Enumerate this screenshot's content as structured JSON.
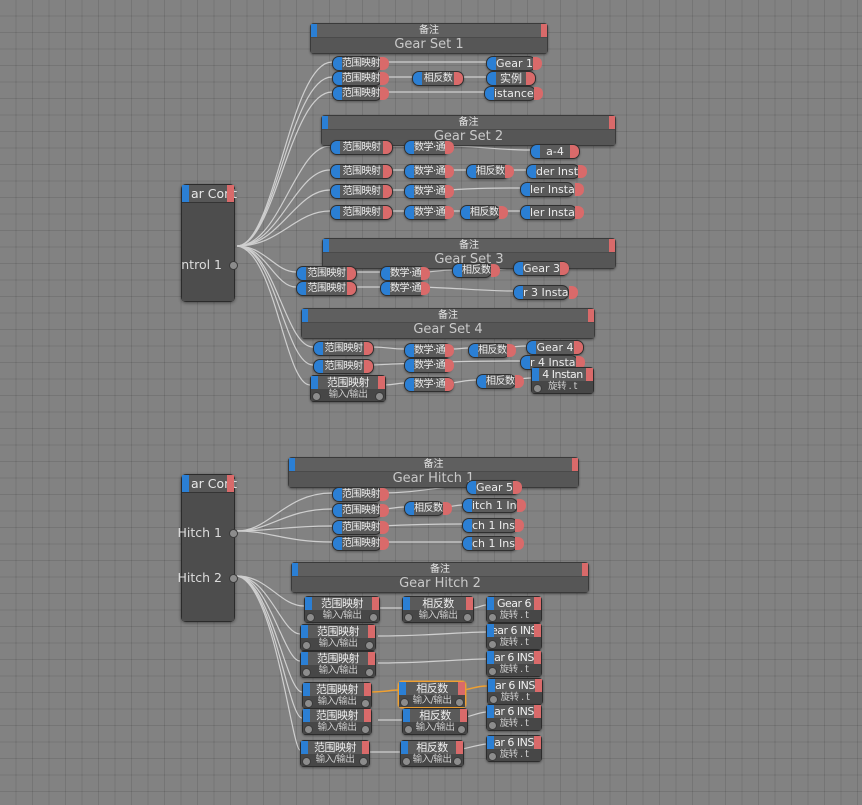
{
  "app": {
    "kind": "node-graph-editor",
    "background_color": "#828282",
    "grid_line_color": "#747474",
    "wire_color": "#d6d6d6",
    "selection_color": "#f0a030",
    "input_socket_color": "#2b7fd4",
    "output_socket_color": "#d96a6a"
  },
  "controllers": [
    {
      "title": "ar Cont",
      "outputs": [
        {
          "label": "ntrol 1"
        }
      ]
    },
    {
      "title": "ar Cont",
      "outputs": [
        {
          "label": "Hitch 1"
        },
        {
          "label": "Hitch 2"
        }
      ]
    }
  ],
  "groups": [
    {
      "note_title": "备注",
      "note_subtitle": "Gear Set 1"
    },
    {
      "note_title": "备注",
      "note_subtitle": "Gear Set 2"
    },
    {
      "note_title": "备注",
      "note_subtitle": "Gear Set 3"
    },
    {
      "note_title": "备注",
      "note_subtitle": "Gear Set 4"
    },
    {
      "note_title": "备注",
      "note_subtitle": "Gear Hitch 1"
    },
    {
      "note_title": "备注",
      "note_subtitle": "Gear Hitch 2"
    }
  ],
  "labels": {
    "range_map": "范围映射",
    "math": "数学·通",
    "negate": "相反数",
    "in_out": "输入/输出",
    "rotate_prop": "旋转 . t"
  },
  "nodes": {
    "set1": {
      "range_maps": [
        "范围映射",
        "范围映射",
        "范围映射"
      ],
      "negates": [
        "相反数"
      ],
      "targets": [
        "Gear 1",
        "实例",
        "istance"
      ]
    },
    "set2": {
      "range_maps": [
        "范围映射",
        "范围映射",
        "范围映射",
        "范围映射"
      ],
      "maths": [
        "数学·通",
        "数学·通",
        "数学·通",
        "数学·通"
      ],
      "negates": [
        "相反数",
        "相反数"
      ],
      "targets": [
        "a-4",
        "der Inst",
        "ler Insta",
        "ler Insta"
      ]
    },
    "set3": {
      "range_maps": [
        "范围映射",
        "范围映射"
      ],
      "maths": [
        "数学·通",
        "数学·通"
      ],
      "negates": [
        "相反数"
      ],
      "targets": [
        "Gear 3",
        "r 3 Insta"
      ]
    },
    "set4": {
      "range_maps": [
        "范围映射",
        "范围映射"
      ],
      "range_map_big": {
        "title": "范围映射",
        "prop": "输入/输出"
      },
      "maths": [
        "数学·通",
        "数学·通",
        "数学·通"
      ],
      "negates": [
        "相反数",
        "相反数"
      ],
      "targets": [
        "Gear 4",
        "r 4 Insta"
      ],
      "target_big": {
        "title": "4 Instan",
        "prop": "旋转 . t"
      }
    },
    "hitch1": {
      "range_maps": [
        "范围映射",
        "范围映射",
        "范围映射",
        "范围映射"
      ],
      "negates": [
        "相反数"
      ],
      "targets": [
        "Gear 5",
        "itch 1 In",
        "ch 1 Ins",
        "ch 1 Ins"
      ]
    },
    "hitch2": {
      "rows": [
        {
          "range_map": {
            "title": "范围映射",
            "prop": "输入/输出"
          },
          "negate": {
            "title": "相反数",
            "prop": "输入/输出"
          },
          "target": {
            "title": "Gear 6",
            "prop": "旋转 . t"
          },
          "selected": false
        },
        {
          "range_map": {
            "title": "范围映射",
            "prop": "输入/输出"
          },
          "negate": null,
          "target": {
            "title": "ear 6 INS",
            "prop": "旋转 . t"
          },
          "selected": false
        },
        {
          "range_map": {
            "title": "范围映射",
            "prop": "输入/输出"
          },
          "negate": null,
          "target": {
            "title": "ar 6 INS",
            "prop": "旋转 . t"
          },
          "selected": false
        },
        {
          "range_map": {
            "title": "范围映射",
            "prop": "输入/输出"
          },
          "negate": {
            "title": "相反数",
            "prop": "输入/输出"
          },
          "target": {
            "title": "ar 6 INS",
            "prop": "旋转 . t"
          },
          "selected": true
        },
        {
          "range_map": {
            "title": "范围映射",
            "prop": "输入/输出"
          },
          "negate": {
            "title": "相反数",
            "prop": "输入/输出"
          },
          "target": {
            "title": "ar 6 INS",
            "prop": "旋转 . t"
          },
          "selected": false
        },
        {
          "range_map": {
            "title": "范围映射",
            "prop": "输入/输出"
          },
          "negate": {
            "title": "相反数",
            "prop": "输入/输出"
          },
          "target": {
            "title": "ar 6 INS",
            "prop": "旋转 . t"
          },
          "selected": false
        }
      ]
    }
  }
}
